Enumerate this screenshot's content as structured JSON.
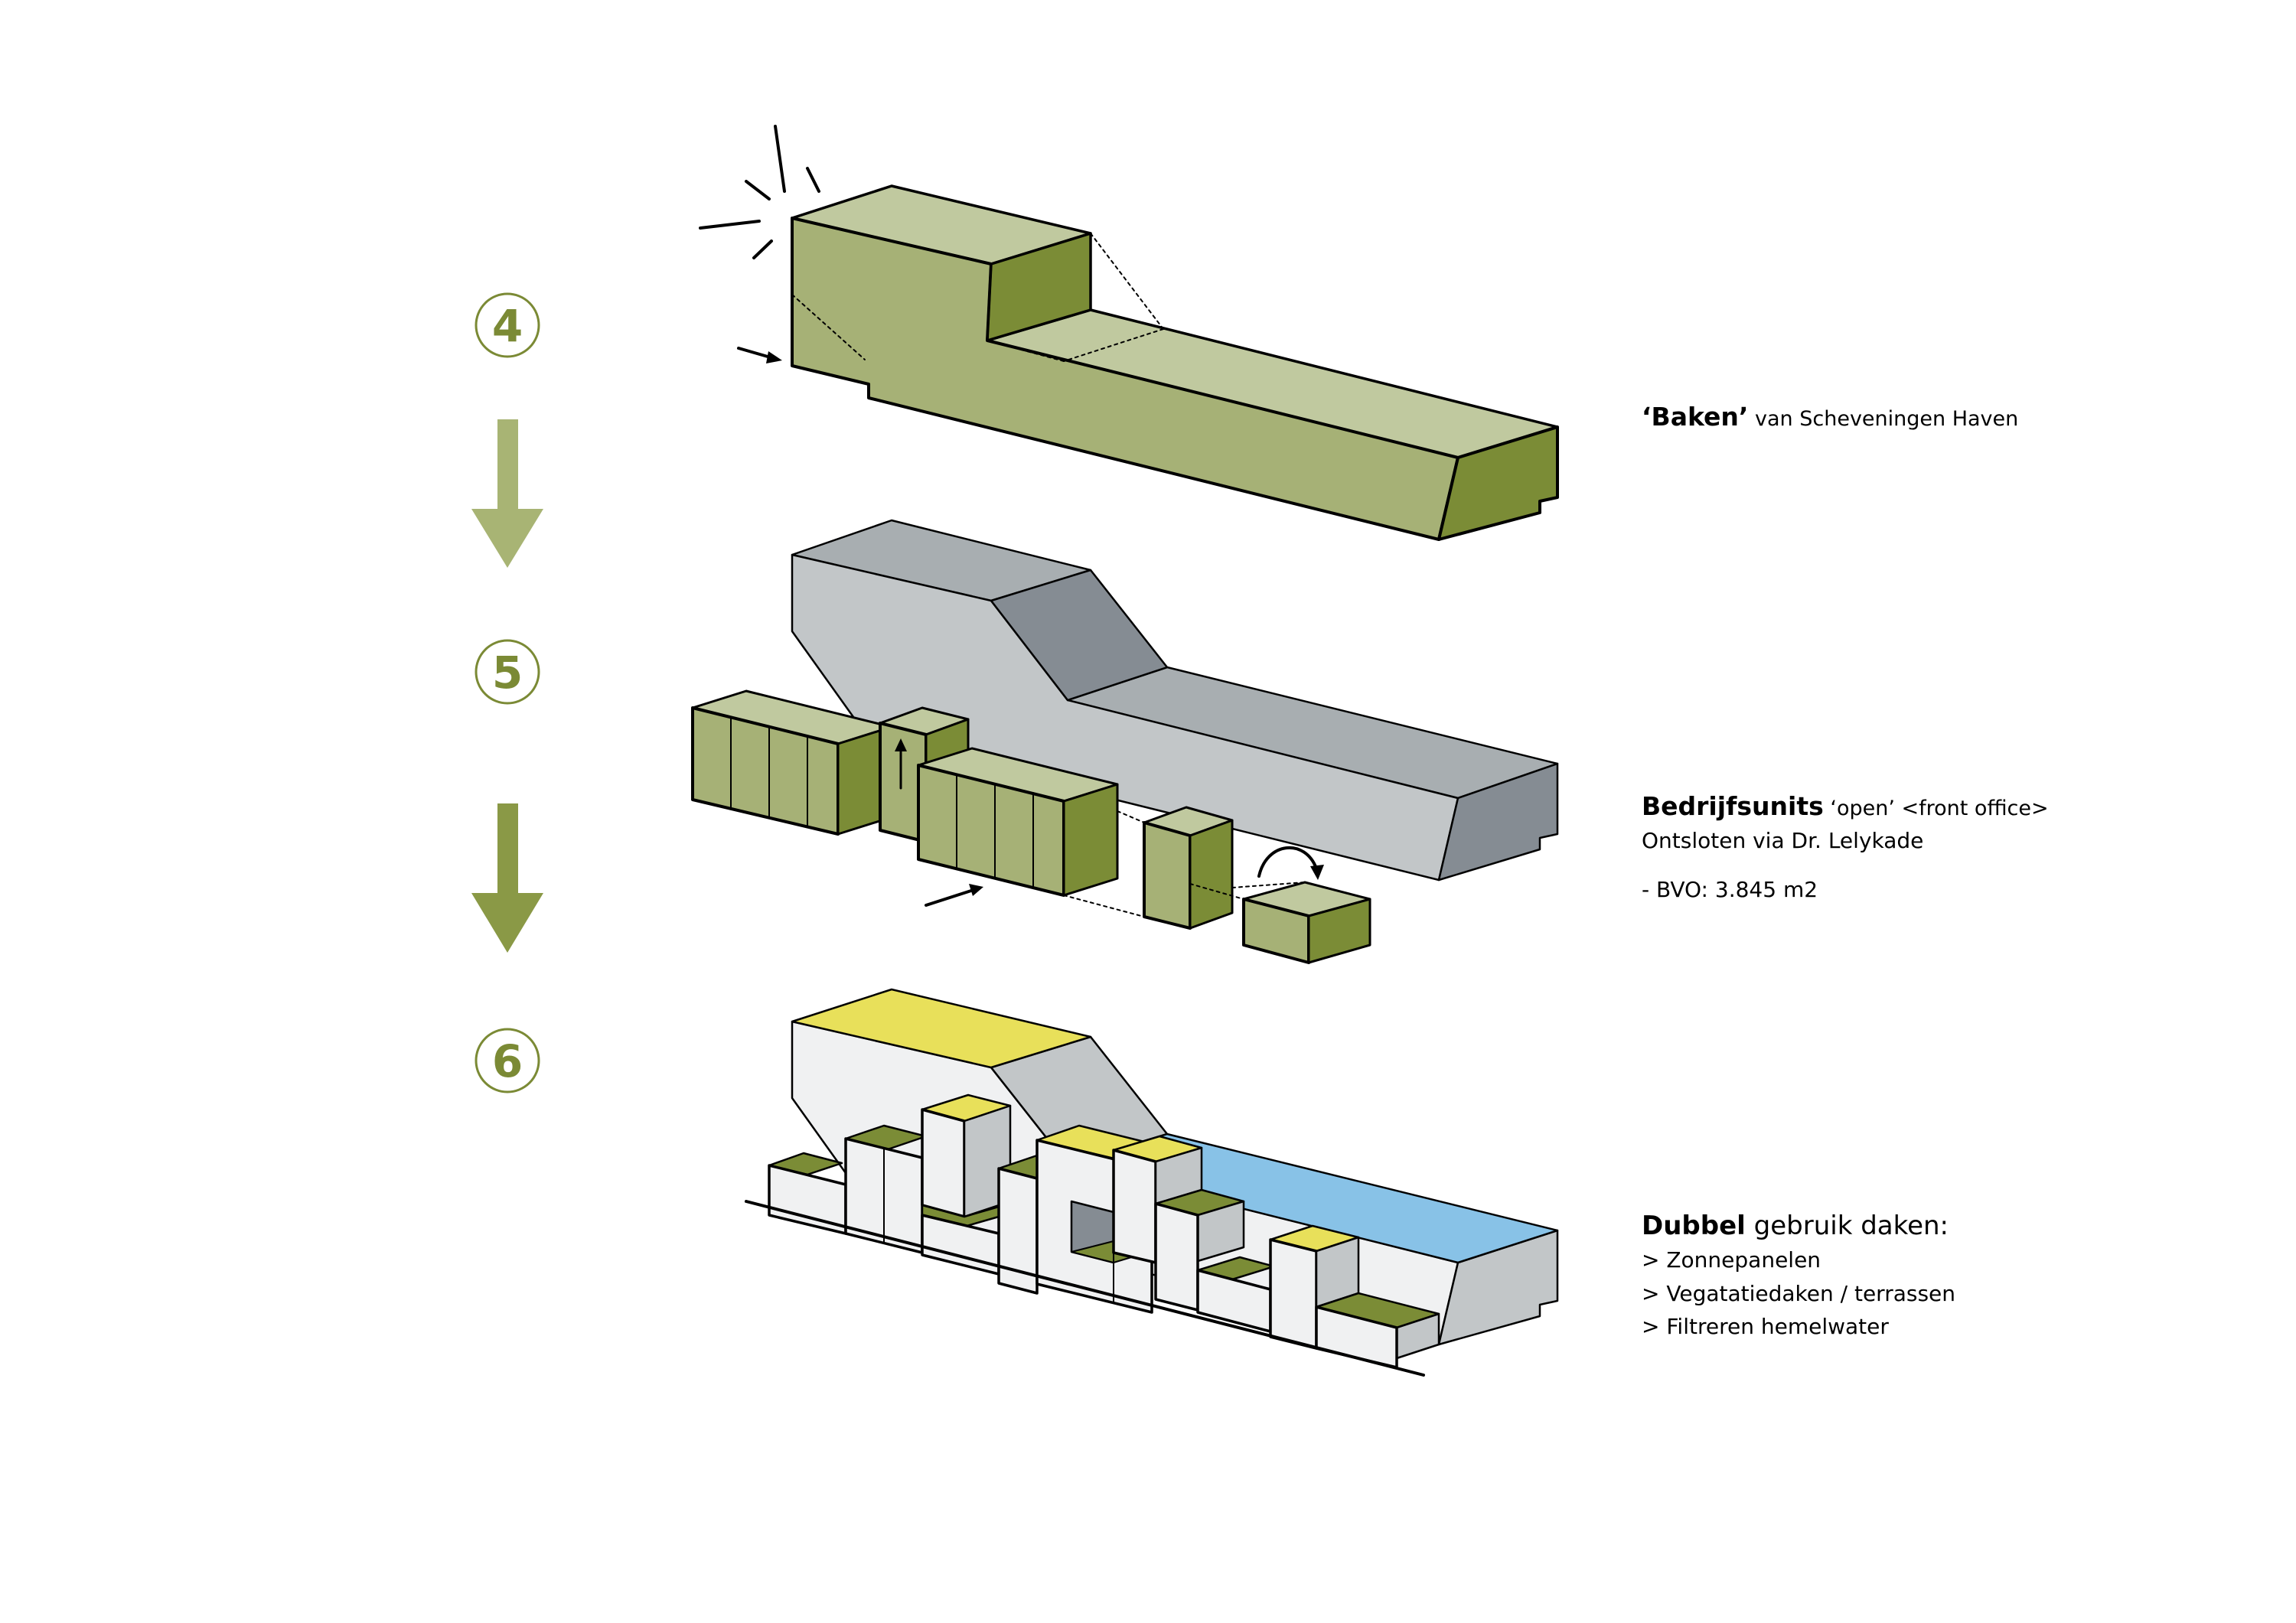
{
  "steps": [
    {
      "number": "4"
    },
    {
      "number": "5"
    },
    {
      "number": "6"
    }
  ],
  "captions": {
    "step4": {
      "bold": "‘Baken’",
      "rest": " van Scheveningen Haven"
    },
    "step5": {
      "bold": "Bedrijfsunits",
      "rest": " ‘open’ <front office>",
      "line2": "Ontsloten via Dr. Lelykade",
      "line3": "- BVO: 3.845 m2"
    },
    "step6": {
      "bold": "Dubbel",
      "rest": " gebruik daken:",
      "items": [
        "> Zonnepanelen",
        "> Vegatatiedaken / terrassen",
        "> Filtreren hemelwater"
      ]
    }
  },
  "colors": {
    "green_light": "#c0c99f",
    "green_mid": "#a6b176",
    "green_dark": "#7b8c36",
    "grey_light": "#c2c6c8",
    "grey_mid": "#a8aeb1",
    "grey_dark": "#858c93",
    "white_face": "#f0f1f2",
    "yellow": "#e8e05a",
    "blue": "#88c2e7",
    "arrow_light": "#a8b474",
    "arrow_dark": "#8a9946",
    "circle": "#7b8a35"
  }
}
